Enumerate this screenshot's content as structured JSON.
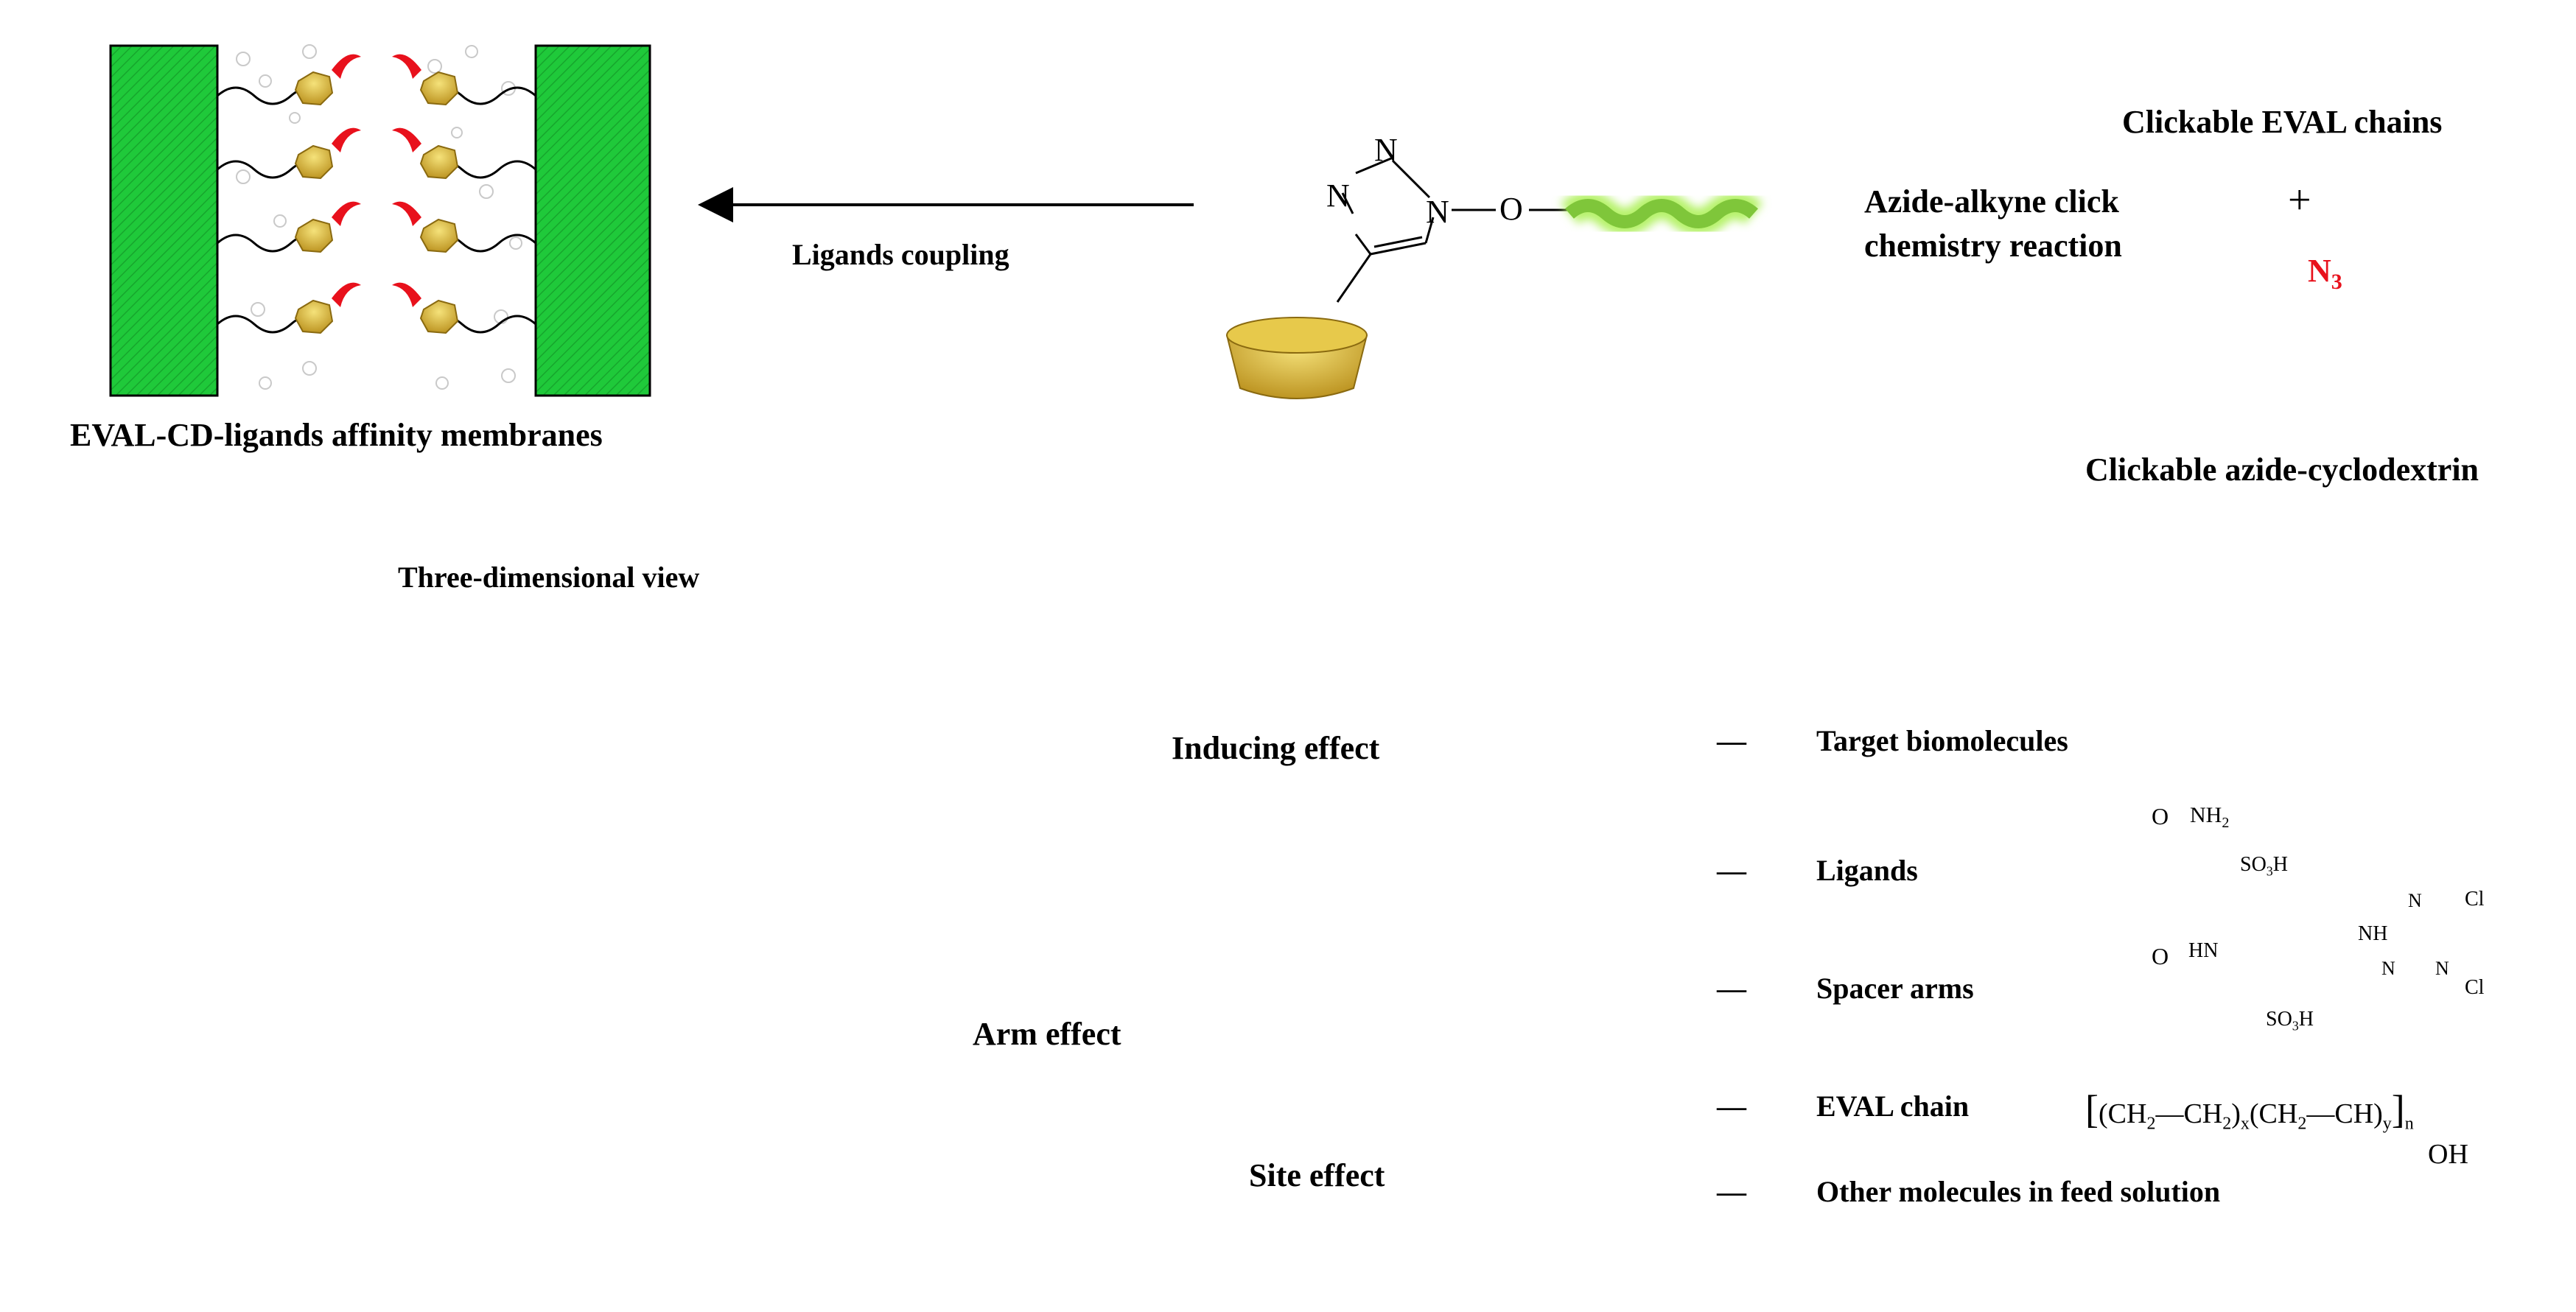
{
  "top": {
    "membrane_label": "EVAL-CD-ligands affinity membranes",
    "coupling_label": "Ligands coupling",
    "click_reaction_line1": "Azide-alkyne click",
    "click_reaction_line2": "chemistry reaction",
    "eval_chains_label": "Clickable EVAL chains",
    "plus": "+",
    "azide_cd_label": "Clickable azide-cyclodextrin",
    "azide_group": "N",
    "azide_subscript": "3",
    "triazole_n1": "N",
    "triazole_n2": "N",
    "triazole_n3": "N",
    "triazole_o": "O"
  },
  "middle": {
    "three_d_view_label": "Three-dimensional view"
  },
  "effects": {
    "inducing": "Inducing effect",
    "arm": "Arm effect",
    "site": "Site effect"
  },
  "legend": {
    "items": [
      {
        "label": "Target biomolecules",
        "icon": "target-biomolecule-icon"
      },
      {
        "label": "Ligands",
        "icon": "ligand-icon"
      },
      {
        "label": "Spacer arms",
        "icon": "spacer-arm-icon"
      },
      {
        "label": "EVAL chain",
        "icon": "eval-chain-icon"
      },
      {
        "label": "Other molecules in feed solution",
        "icon": "circle-icon"
      }
    ],
    "dash": "—",
    "ligand_struct": {
      "nh2": "NH",
      "nh2_sub": "2",
      "so3h_top": "SO",
      "so3h_top_sub": "3",
      "so3h_top_h": "H",
      "o_top": "O",
      "o_bottom": "O",
      "hn_left": "HN",
      "nh_right": "NH",
      "so3h_bottom": "SO",
      "so3h_bottom_sub": "3",
      "so3h_bottom_h": "H",
      "cl_top": "Cl",
      "cl_bottom": "Cl",
      "n_top": "N",
      "n_left": "N",
      "n_right": "N"
    },
    "eval_formula": {
      "left": "(CH",
      "s1": "2",
      "m1": "—CH",
      "s2": "2",
      "m2": ")",
      "x": "x",
      "m3": "(CH",
      "s3": "2",
      "m4": "—CH)",
      "y": "y",
      "n": "n",
      "oh": "OH"
    }
  },
  "colors": {
    "membrane_green": "#1fc93a",
    "lipid_blue": "#1a3aa8",
    "chain_green": "#8fd14f",
    "ligand_red": "#e8111c",
    "cyclodextrin_yellow": "#d8b23a",
    "cd_pale": "#efe7a8",
    "target_green": "#2ecf6a"
  }
}
